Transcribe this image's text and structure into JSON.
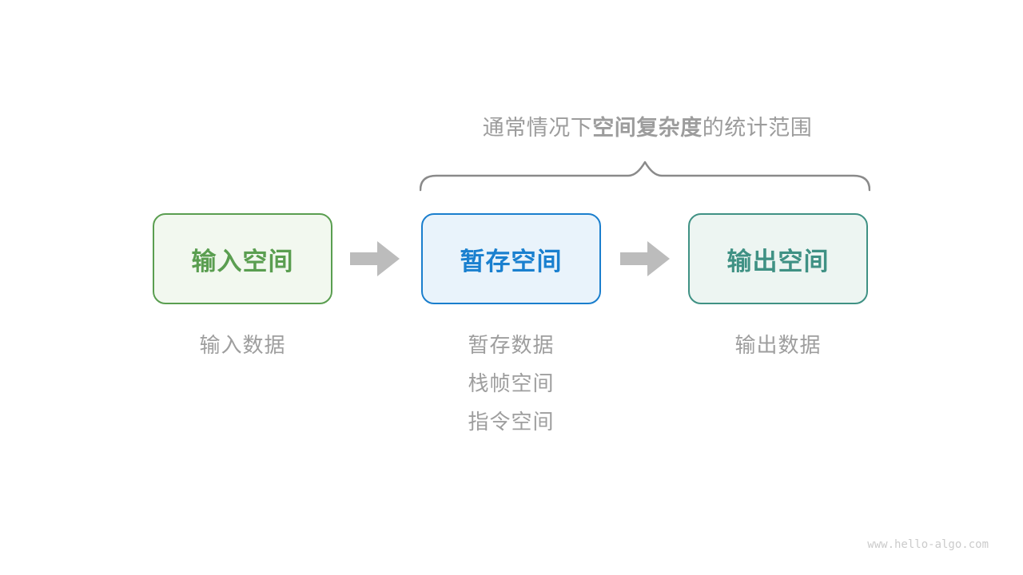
{
  "title": {
    "prefix": "通常情况下",
    "bold": "空间复杂度",
    "suffix": "的统计范围"
  },
  "boxes": [
    {
      "label": "输入空间",
      "border_color": "#5a9e50",
      "bg_color": "#f2f8ef",
      "text_color": "#5a9e50"
    },
    {
      "label": "暂存空间",
      "border_color": "#1a7ecd",
      "bg_color": "#e9f3fb",
      "text_color": "#1a80cf"
    },
    {
      "label": "输出空间",
      "border_color": "#3f9184",
      "bg_color": "#edf5f2",
      "text_color": "#3f9184"
    }
  ],
  "annotations": {
    "input": "输入数据",
    "temp": [
      "暂存数据",
      "栈帧空间",
      "指令空间"
    ],
    "output": "输出数据"
  },
  "watermark": "www.hello-algo.com",
  "colors": {
    "background": "#ffffff",
    "arrow": "#bcbcbc",
    "brace": "#8a8a8a",
    "title_text": "#9c9c9c",
    "annotation_text": "#9e9e9e",
    "watermark_text": "#cbcbcb"
  }
}
